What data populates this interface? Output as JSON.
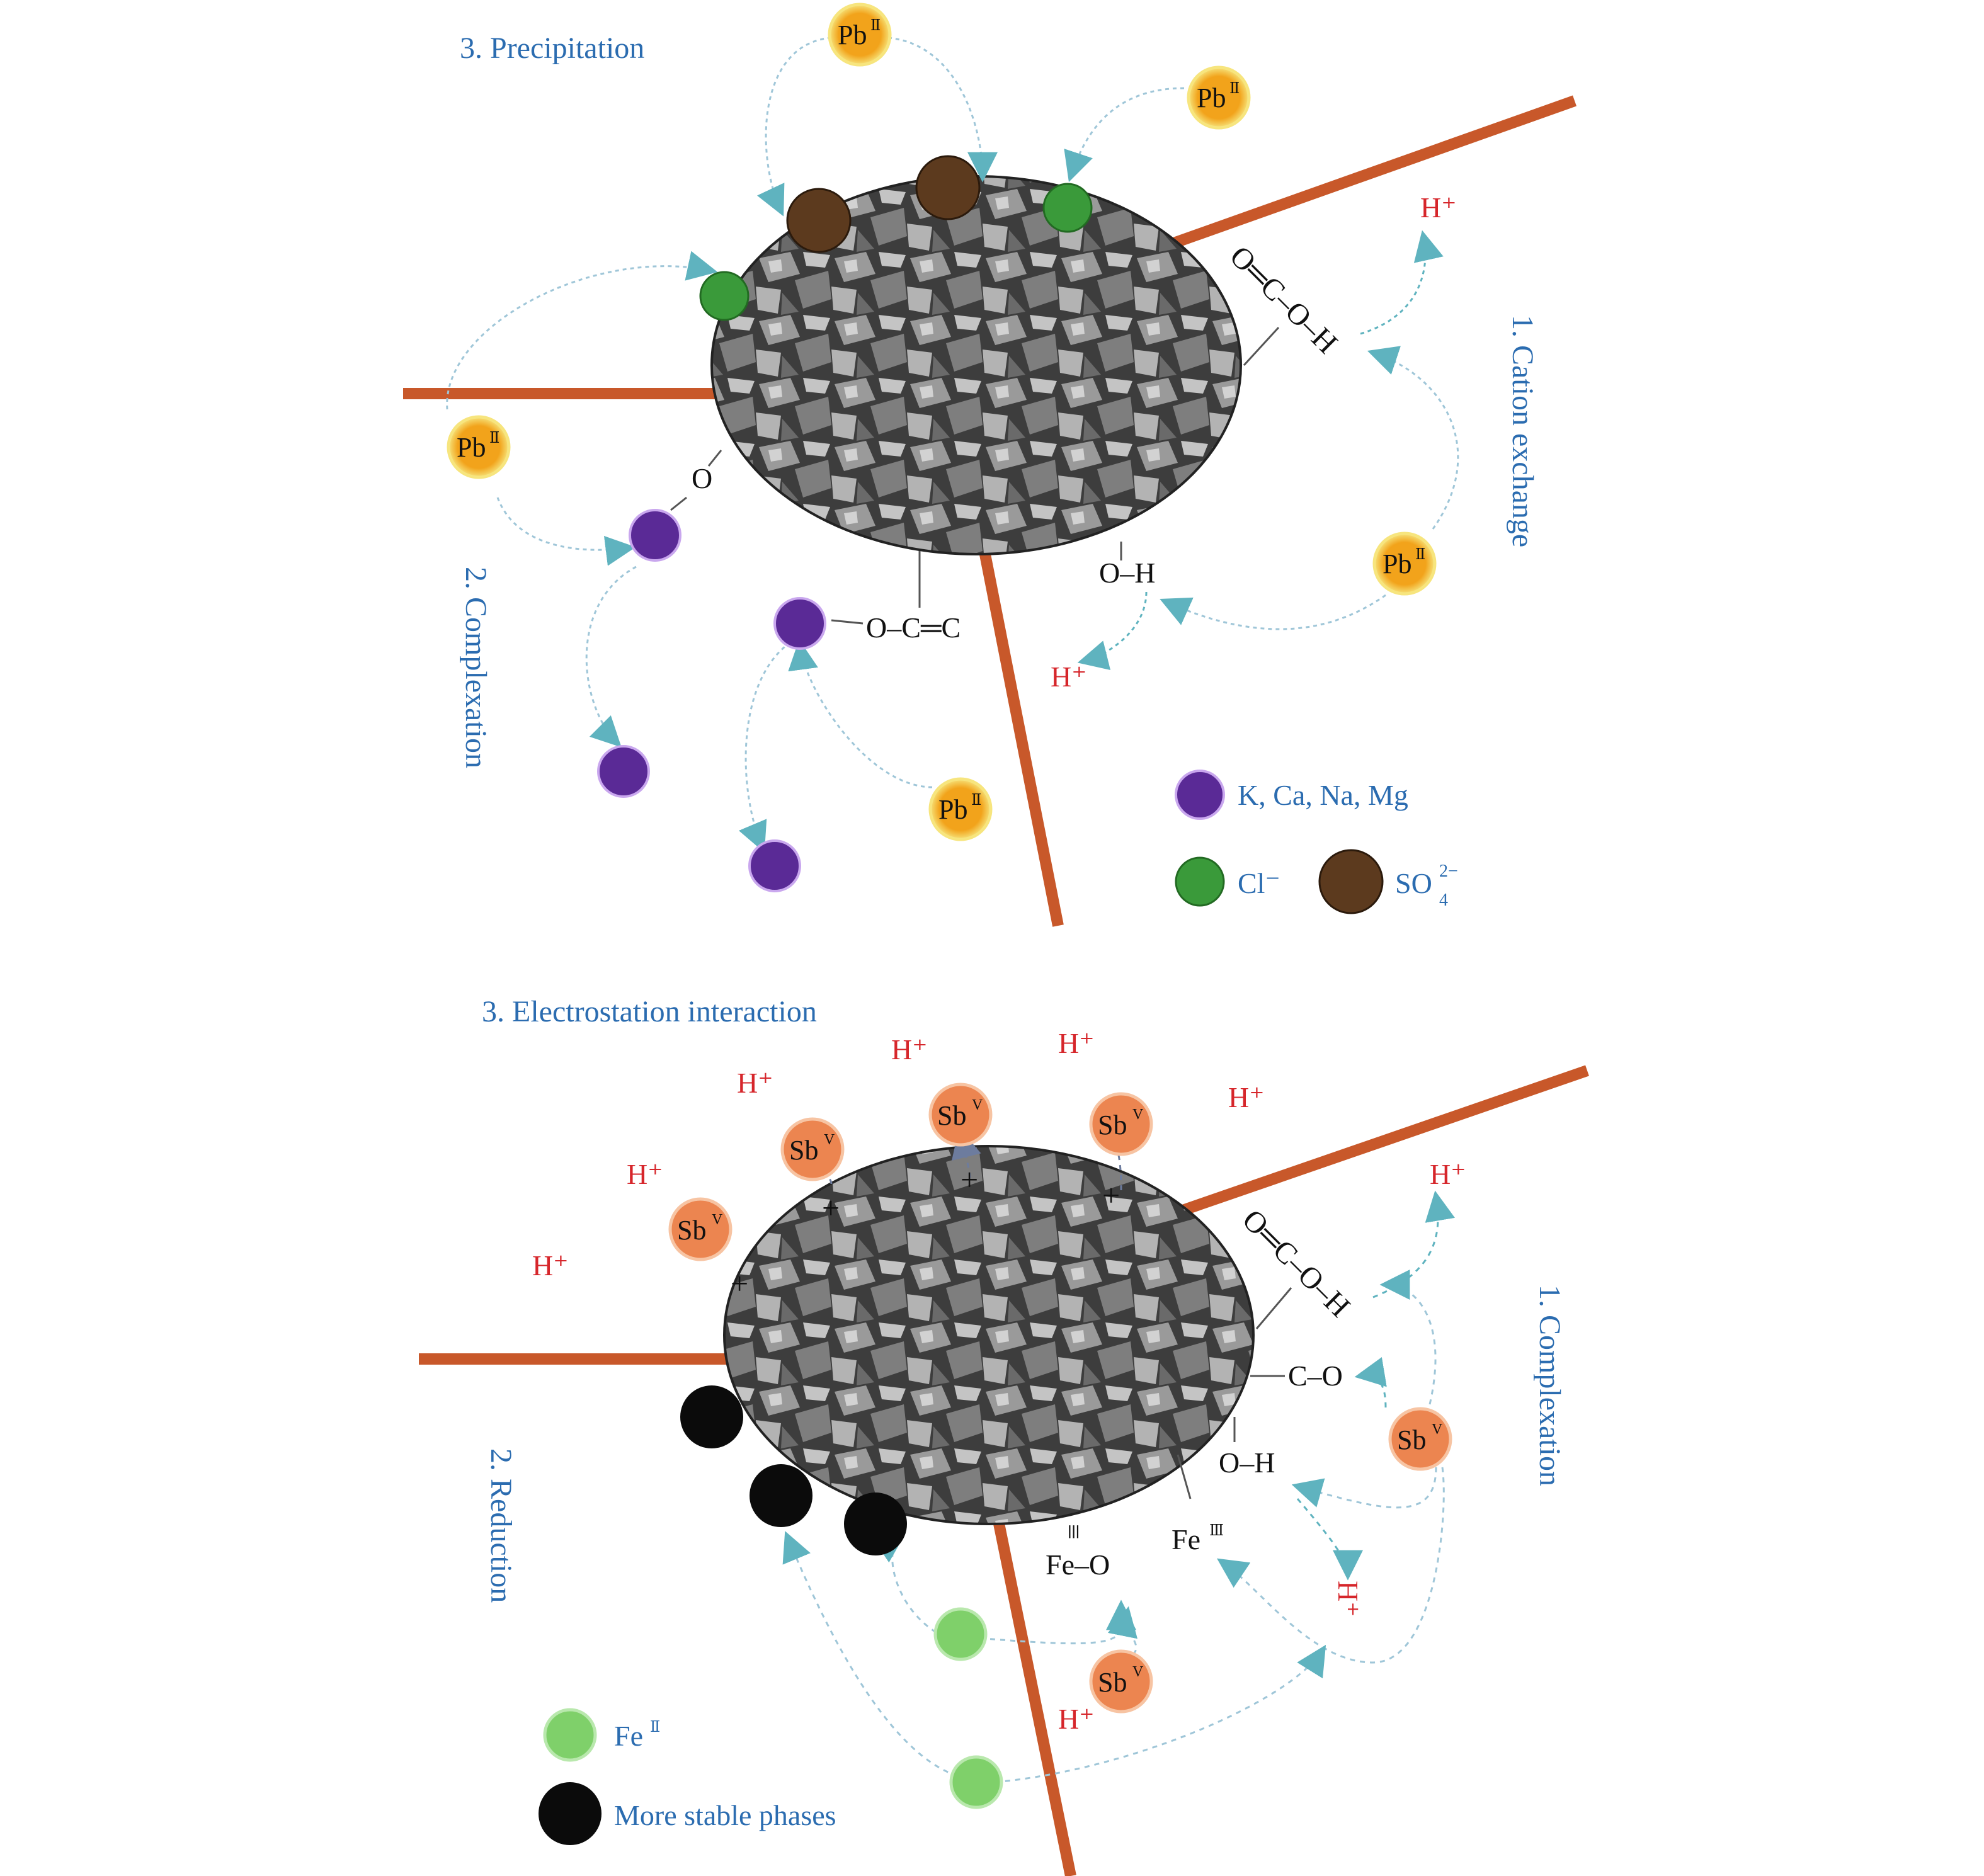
{
  "colors": {
    "biochar_stick": "#c8582a",
    "pb_ion": "#f2a31b",
    "sb_ion": "#ec8550",
    "cation_purple": "#5a2a96",
    "chloride_green": "#3a9a3a",
    "sulfate_brown": "#5c3a1e",
    "fe2_light_green": "#7fd06a",
    "stable_black": "#0b0b0b",
    "label_blue": "#2b6cb0",
    "proton_red": "#d6262b"
  },
  "top_panel": {
    "mechanisms": {
      "precipitation": "3. Precipitation",
      "cation_exchange": "1. Cation exchange",
      "complexation": "2. Complexation"
    },
    "groups": {
      "carboxyl": "O═C–O–H",
      "hydroxyl": "O–H",
      "vinyl_ether": "O–C═C",
      "oxygen": "O"
    },
    "proton": "H⁺",
    "pb_base": "Pb",
    "pb_charge": "Ⅱ",
    "legend": {
      "cations": "K, Ca, Na, Mg",
      "chloride": "Cl⁻",
      "sulfate_base": "SO",
      "sulfate_sub": "4",
      "sulfate_sup": "2−"
    }
  },
  "bottom_panel": {
    "mechanisms": {
      "electrostatic": "3. Electrostation interaction",
      "complexation": "1. Complexation",
      "reduction": "2. Reduction"
    },
    "groups": {
      "carboxyl": "O═C–O–H",
      "carbonyl": "C–O",
      "hydroxyl": "O–H",
      "fe_oxide": "Fe–O",
      "fe3_base": "Fe",
      "fe3_charge": "Ⅲ",
      "triple_bond": "≡",
      "plus": "+"
    },
    "proton": "H⁺",
    "sb_base": "Sb",
    "sb_charge": "V",
    "legend": {
      "fe2_base": "Fe",
      "fe2_charge": "Ⅱ",
      "stable": "More stable phases"
    }
  }
}
